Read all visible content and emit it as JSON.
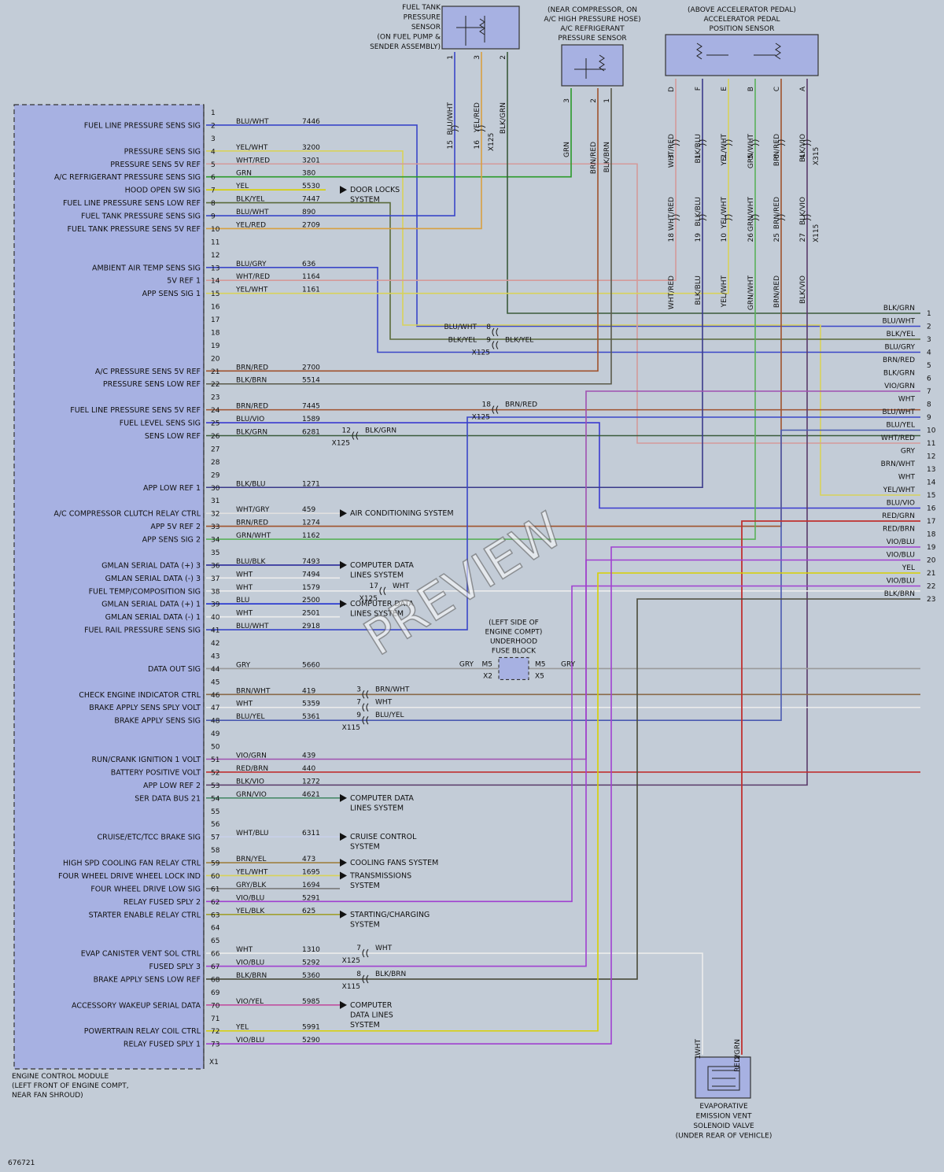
{
  "page": {
    "bg": "#c3ccd7",
    "module_fill": "#a7b1e2",
    "wire_default": "#5a5a5a"
  },
  "watermark": "PREVIEW",
  "figure_id": "676721",
  "ecm": {
    "label": [
      "ENGINE CONTROL MODULE",
      "(LEFT FRONT OF ENGINE COMPT,",
      "NEAR FAN SHROUD)"
    ],
    "connector": "X1"
  },
  "pin_labels": {
    "2": "FUEL LINE PRESSURE SENS SIG",
    "4": "PRESSURE SENS SIG",
    "5": "PRESSURE SENS 5V REF",
    "6": "A/C REFRIGERANT PRESSURE SENS SIG",
    "7": "HOOD OPEN SW SIG",
    "8": "FUEL LINE PRESSURE SENS LOW REF",
    "9": "FUEL TANK PRESSURE SENS SIG",
    "10": "FUEL TANK PRESSURE SENS 5V REF",
    "13": "AMBIENT AIR TEMP SENS SIG",
    "14": "5V REF 1",
    "15": "APP SENS SIG 1",
    "21": "A/C PRESSURE SENS 5V REF",
    "22": "PRESSURE SENS LOW REF",
    "24": "FUEL LINE PRESSURE SENS 5V REF",
    "25": "FUEL LEVEL SENS SIG",
    "26": "SENS LOW REF",
    "30": "APP LOW REF 1",
    "32": "A/C COMPRESSOR CLUTCH RELAY CTRL",
    "33": "APP 5V REF 2",
    "34": "APP SENS SIG 2",
    "36": "GMLAN SERIAL DATA (+) 3",
    "37": "GMLAN SERIAL DATA (-) 3",
    "38": "FUEL TEMP/COMPOSITION SIG",
    "39": "GMLAN SERIAL DATA (+) 1",
    "40": "GMLAN SERIAL DATA (-) 1",
    "41": "FUEL RAIL PRESSURE SENS SIG",
    "44": "DATA OUT SIG",
    "46": "CHECK ENGINE INDICATOR CTRL",
    "47": "BRAKE APPLY SENS SPLY VOLT",
    "48": "BRAKE APPLY SENS SIG",
    "51": "RUN/CRANK IGNITION 1 VOLT",
    "52": "BATTERY POSITIVE VOLT",
    "53": "APP LOW REF 2",
    "54": "SER DATA BUS 21",
    "57": "CRUISE/ETC/TCC BRAKE SIG",
    "59": "HIGH SPD COOLING FAN RELAY CTRL",
    "60": "FOUR WHEEL DRIVE WHEEL LOCK IND",
    "61": "FOUR WHEEL DRIVE LOW SIG",
    "62": "RELAY FUSED SPLY 2",
    "63": "STARTER ENABLE RELAY CTRL",
    "66": "EVAP CANISTER VENT SOL CTRL",
    "67": "FUSED SPLY 3",
    "68": "BRAKE APPLY SENS LOW REF",
    "70": "ACCESSORY WAKEUP SERIAL DATA",
    "72": "POWERTRAIN RELAY COIL CTRL",
    "73": "RELAY FUSED SPLY 1"
  },
  "ecm_wires": [
    {
      "pin": 2,
      "color": "BLU/WHT",
      "circuit": "7446",
      "stroke": "#3a46c8"
    },
    {
      "pin": 4,
      "color": "YEL/WHT",
      "circuit": "3200",
      "stroke": "#d8d25a"
    },
    {
      "pin": 5,
      "color": "WHT/RED",
      "circuit": "3201",
      "stroke": "#d49a9a"
    },
    {
      "pin": 6,
      "color": "GRN",
      "circuit": "380",
      "stroke": "#2a9a2a"
    },
    {
      "pin": 7,
      "color": "YEL",
      "circuit": "5530",
      "stroke": "#d8d000"
    },
    {
      "pin": 8,
      "color": "BLK/YEL",
      "circuit": "7447",
      "stroke": "#5a6a3a"
    },
    {
      "pin": 9,
      "color": "BLU/WHT",
      "circuit": "890",
      "stroke": "#3a46c8"
    },
    {
      "pin": 10,
      "color": "YEL/RED",
      "circuit": "2709",
      "stroke": "#d8a040"
    },
    {
      "pin": 13,
      "color": "BLU/GRY",
      "circuit": "636",
      "stroke": "#3a46c8"
    },
    {
      "pin": 14,
      "color": "WHT/RED",
      "circuit": "1164",
      "stroke": "#d49a9a"
    },
    {
      "pin": 15,
      "color": "YEL/WHT",
      "circuit": "1161",
      "stroke": "#d8d25a"
    },
    {
      "pin": 21,
      "color": "BRN/RED",
      "circuit": "2700",
      "stroke": "#a0522d"
    },
    {
      "pin": 22,
      "color": "BLK/BRN",
      "circuit": "5514",
      "stroke": "#5a5a4a"
    },
    {
      "pin": 24,
      "color": "BRN/RED",
      "circuit": "7445",
      "stroke": "#a0522d"
    },
    {
      "pin": 25,
      "color": "BLU/VIO",
      "circuit": "1589",
      "stroke": "#3a3ad0"
    },
    {
      "pin": 26,
      "color": "BLK/GRN",
      "circuit": "6281",
      "stroke": "#3a5a3a"
    },
    {
      "pin": 30,
      "color": "BLK/BLU",
      "circuit": "1271",
      "stroke": "#3a3a8a"
    },
    {
      "pin": 32,
      "color": "WHT/GRY",
      "circuit": "459",
      "stroke": "#e0e0e0"
    },
    {
      "pin": 33,
      "color": "BRN/RED",
      "circuit": "1274",
      "stroke": "#a0522d"
    },
    {
      "pin": 34,
      "color": "GRN/WHT",
      "circuit": "1162",
      "stroke": "#5ab05a"
    },
    {
      "pin": 36,
      "color": "BLU/BLK",
      "circuit": "7493",
      "stroke": "#2a2a9a"
    },
    {
      "pin": 37,
      "color": "WHT",
      "circuit": "7494",
      "stroke": "#ececec"
    },
    {
      "pin": 38,
      "color": "WHT",
      "circuit": "1579",
      "stroke": "#ececec"
    },
    {
      "pin": 39,
      "color": "BLU",
      "circuit": "2500",
      "stroke": "#2030d0"
    },
    {
      "pin": 40,
      "color": "WHT",
      "circuit": "2501",
      "stroke": "#ececec"
    },
    {
      "pin": 41,
      "color": "BLU/WHT",
      "circuit": "2918",
      "stroke": "#3a46c8"
    },
    {
      "pin": 44,
      "color": "GRY",
      "circuit": "5660",
      "stroke": "#9a9a9a"
    },
    {
      "pin": 46,
      "color": "BRN/WHT",
      "circuit": "419",
      "stroke": "#8a6a4a"
    },
    {
      "pin": 47,
      "color": "WHT",
      "circuit": "5359",
      "stroke": "#ececec"
    },
    {
      "pin": 48,
      "color": "BLU/YEL",
      "circuit": "5361",
      "stroke": "#4a5ab0"
    },
    {
      "pin": 51,
      "color": "VIO/GRN",
      "circuit": "439",
      "stroke": "#a050b0"
    },
    {
      "pin": 52,
      "color": "RED/BRN",
      "circuit": "440",
      "stroke": "#c03030"
    },
    {
      "pin": 53,
      "color": "BLK/VIO",
      "circuit": "1272",
      "stroke": "#5a3a6a"
    },
    {
      "pin": 54,
      "color": "GRN/VIO",
      "circuit": "4621",
      "stroke": "#4a8a6a"
    },
    {
      "pin": 57,
      "color": "WHT/BLU",
      "circuit": "6311",
      "stroke": "#c8d0ea"
    },
    {
      "pin": 59,
      "color": "BRN/YEL",
      "circuit": "473",
      "stroke": "#a08040"
    },
    {
      "pin": 60,
      "color": "YEL/WHT",
      "circuit": "1695",
      "stroke": "#d8d25a"
    },
    {
      "pin": 61,
      "color": "GRY/BLK",
      "circuit": "1694",
      "stroke": "#7a7a7a"
    },
    {
      "pin": 62,
      "color": "VIO/BLU",
      "circuit": "5291",
      "stroke": "#a040d0"
    },
    {
      "pin": 63,
      "color": "YEL/BLK",
      "circuit": "625",
      "stroke": "#a0a030"
    },
    {
      "pin": 66,
      "color": "WHT",
      "circuit": "1310",
      "stroke": "#ececec"
    },
    {
      "pin": 67,
      "color": "VIO/BLU",
      "circuit": "5292",
      "stroke": "#a040d0"
    },
    {
      "pin": 68,
      "color": "BLK/BRN",
      "circuit": "5360",
      "stroke": "#4a4a3a"
    },
    {
      "pin": 70,
      "color": "VIO/YEL",
      "circuit": "5985",
      "stroke": "#c050a0"
    },
    {
      "pin": 72,
      "color": "YEL",
      "circuit": "5991",
      "stroke": "#d8d000"
    },
    {
      "pin": 73,
      "color": "VIO/BLU",
      "circuit": "5290",
      "stroke": "#a040d0"
    }
  ],
  "system_refs": [
    {
      "pin": 7,
      "text": [
        "DOOR LOCKS",
        "SYSTEM"
      ]
    },
    {
      "pin": 32,
      "text": [
        "AIR CONDITIONING SYSTEM"
      ]
    },
    {
      "pin": 36,
      "text": [
        "COMPUTER DATA",
        "LINES SYSTEM"
      ]
    },
    {
      "pin": 39,
      "text": [
        "COMPUTER DATA",
        "LINES SYSTEM"
      ]
    },
    {
      "pin": 54,
      "text": [
        "COMPUTER DATA",
        "LINES SYSTEM"
      ]
    },
    {
      "pin": 57,
      "text": [
        "CRUISE CONTROL",
        "SYSTEM"
      ]
    },
    {
      "pin": 59,
      "text": [
        "COOLING FANS SYSTEM"
      ]
    },
    {
      "pin": 60,
      "text": [
        "TRANSMISSIONS",
        "SYSTEM"
      ]
    },
    {
      "pin": 63,
      "text": [
        "STARTING/CHARGING",
        "SYSTEM"
      ]
    },
    {
      "pin": 70,
      "text": [
        "COMPUTER",
        "DATA LINES",
        "SYSTEM"
      ]
    }
  ],
  "inline_connectors": [
    {
      "pin": 18,
      "num": "8",
      "color": "BLU/WHT",
      "side": "left"
    },
    {
      "pin": 19,
      "num": "9",
      "color": "BLK/YEL",
      "side": "both",
      "conn": "X125"
    },
    {
      "pin": 24,
      "num": "18",
      "color": "BRN/RED",
      "side": "right",
      "conn": "X125"
    },
    {
      "pin": 26,
      "num": "12",
      "color": "BLK/GRN",
      "side": "right",
      "conn": "X125"
    },
    {
      "pin": 38,
      "num": "17",
      "color": "WHT",
      "side": "right",
      "conn": "X125"
    },
    {
      "pin": 46,
      "num": "3",
      "color": "BRN/WHT",
      "side": "right"
    },
    {
      "pin": 47,
      "num": "7",
      "color": "WHT",
      "side": "right"
    },
    {
      "pin": 48,
      "num": "9",
      "color": "BLU/YEL",
      "side": "right",
      "conn": "X115"
    },
    {
      "pin": 66,
      "num": "7",
      "color": "WHT",
      "side": "right",
      "conn": "X125"
    },
    {
      "pin": 68,
      "num": "8",
      "color": "BLK/BRN",
      "side": "right",
      "conn": "X115"
    }
  ],
  "fuse_block": {
    "label": [
      "(LEFT SIDE OF",
      "ENGINE COMPT)",
      "UNDERHOOD",
      "FUSE BLOCK"
    ],
    "left": "M5",
    "right": "M5",
    "lconn": "X2",
    "rconn": "X5",
    "wire": "GRY"
  },
  "fuel_tank_sensor": {
    "label": [
      "FUEL TANK",
      "PRESSURE",
      "SENSOR",
      "(ON FUEL PUMP &",
      "SENDER ASSEMBLY)"
    ],
    "pins": [
      {
        "n": "1",
        "color": "BLU/WHT",
        "inline": "15"
      },
      {
        "n": "3",
        "color": "YEL/RED",
        "inline": "16"
      },
      {
        "n": "2",
        "color": "BLK/GRN",
        "inline": ""
      }
    ],
    "conn": "X125"
  },
  "ac_sensor": {
    "label": [
      "(NEAR COMPRESSOR, ON",
      "A/C HIGH PRESSURE HOSE)",
      "A/C REFRIGERANT",
      "PRESSURE SENSOR"
    ],
    "pins": [
      {
        "n": "3",
        "color": "GRN"
      },
      {
        "n": "2",
        "color": "BRN/RED"
      },
      {
        "n": "1",
        "color": "BLK/BRN"
      }
    ]
  },
  "app_sensor": {
    "label": [
      "(ABOVE ACCELERATOR PEDAL)",
      "ACCELERATOR PEDAL",
      "POSITION SENSOR"
    ],
    "pins": [
      {
        "n": "D",
        "color": "WHT/RED",
        "i1": "3",
        "i2": "18"
      },
      {
        "n": "F",
        "color": "BLK/BLU",
        "i1": "1",
        "i2": "19"
      },
      {
        "n": "E",
        "color": "YEL/WHT",
        "i1": "2",
        "i2": "10"
      },
      {
        "n": "B",
        "color": "GRN/WHT",
        "i1": "5",
        "i2": "26"
      },
      {
        "n": "C",
        "color": "BRN/RED",
        "i1": "6",
        "i2": "25"
      },
      {
        "n": "A",
        "color": "BLK/VIO",
        "i1": "4",
        "i2": "27"
      }
    ],
    "conn1": "X315",
    "conn2": "X115"
  },
  "evap": {
    "label": [
      "EVAPORATIVE",
      "EMISSION VENT",
      "SOLENOID VALVE",
      "(UNDER REAR OF VEHICLE)"
    ],
    "pins": [
      {
        "n": "1",
        "color": "WHT"
      },
      {
        "n": "2",
        "color": "RED/GRN"
      }
    ]
  },
  "continuations": [
    {
      "n": "1",
      "color": "BLK/GRN"
    },
    {
      "n": "2",
      "color": "BLU/WHT"
    },
    {
      "n": "3",
      "color": "BLK/YEL"
    },
    {
      "n": "4",
      "color": "BLU/GRY"
    },
    {
      "n": "5",
      "color": "BRN/RED"
    },
    {
      "n": "6",
      "color": "BLK/GRN"
    },
    {
      "n": "7",
      "color": "VIO/GRN"
    },
    {
      "n": "8",
      "color": "WHT"
    },
    {
      "n": "9",
      "color": "BLU/WHT"
    },
    {
      "n": "10",
      "color": "BLU/YEL"
    },
    {
      "n": "11",
      "color": "WHT/RED"
    },
    {
      "n": "12",
      "color": "GRY"
    },
    {
      "n": "13",
      "color": "BRN/WHT"
    },
    {
      "n": "14",
      "color": "WHT"
    },
    {
      "n": "15",
      "color": "YEL/WHT"
    },
    {
      "n": "16",
      "color": "BLU/VIO"
    },
    {
      "n": "17",
      "color": "RED/GRN"
    },
    {
      "n": "18",
      "color": "RED/BRN"
    },
    {
      "n": "19",
      "color": "VIO/BLU"
    },
    {
      "n": "20",
      "color": "VIO/BLU"
    },
    {
      "n": "21",
      "color": "YEL"
    },
    {
      "n": "22",
      "color": "VIO/BLU"
    },
    {
      "n": "23",
      "color": "BLK/BRN"
    }
  ]
}
